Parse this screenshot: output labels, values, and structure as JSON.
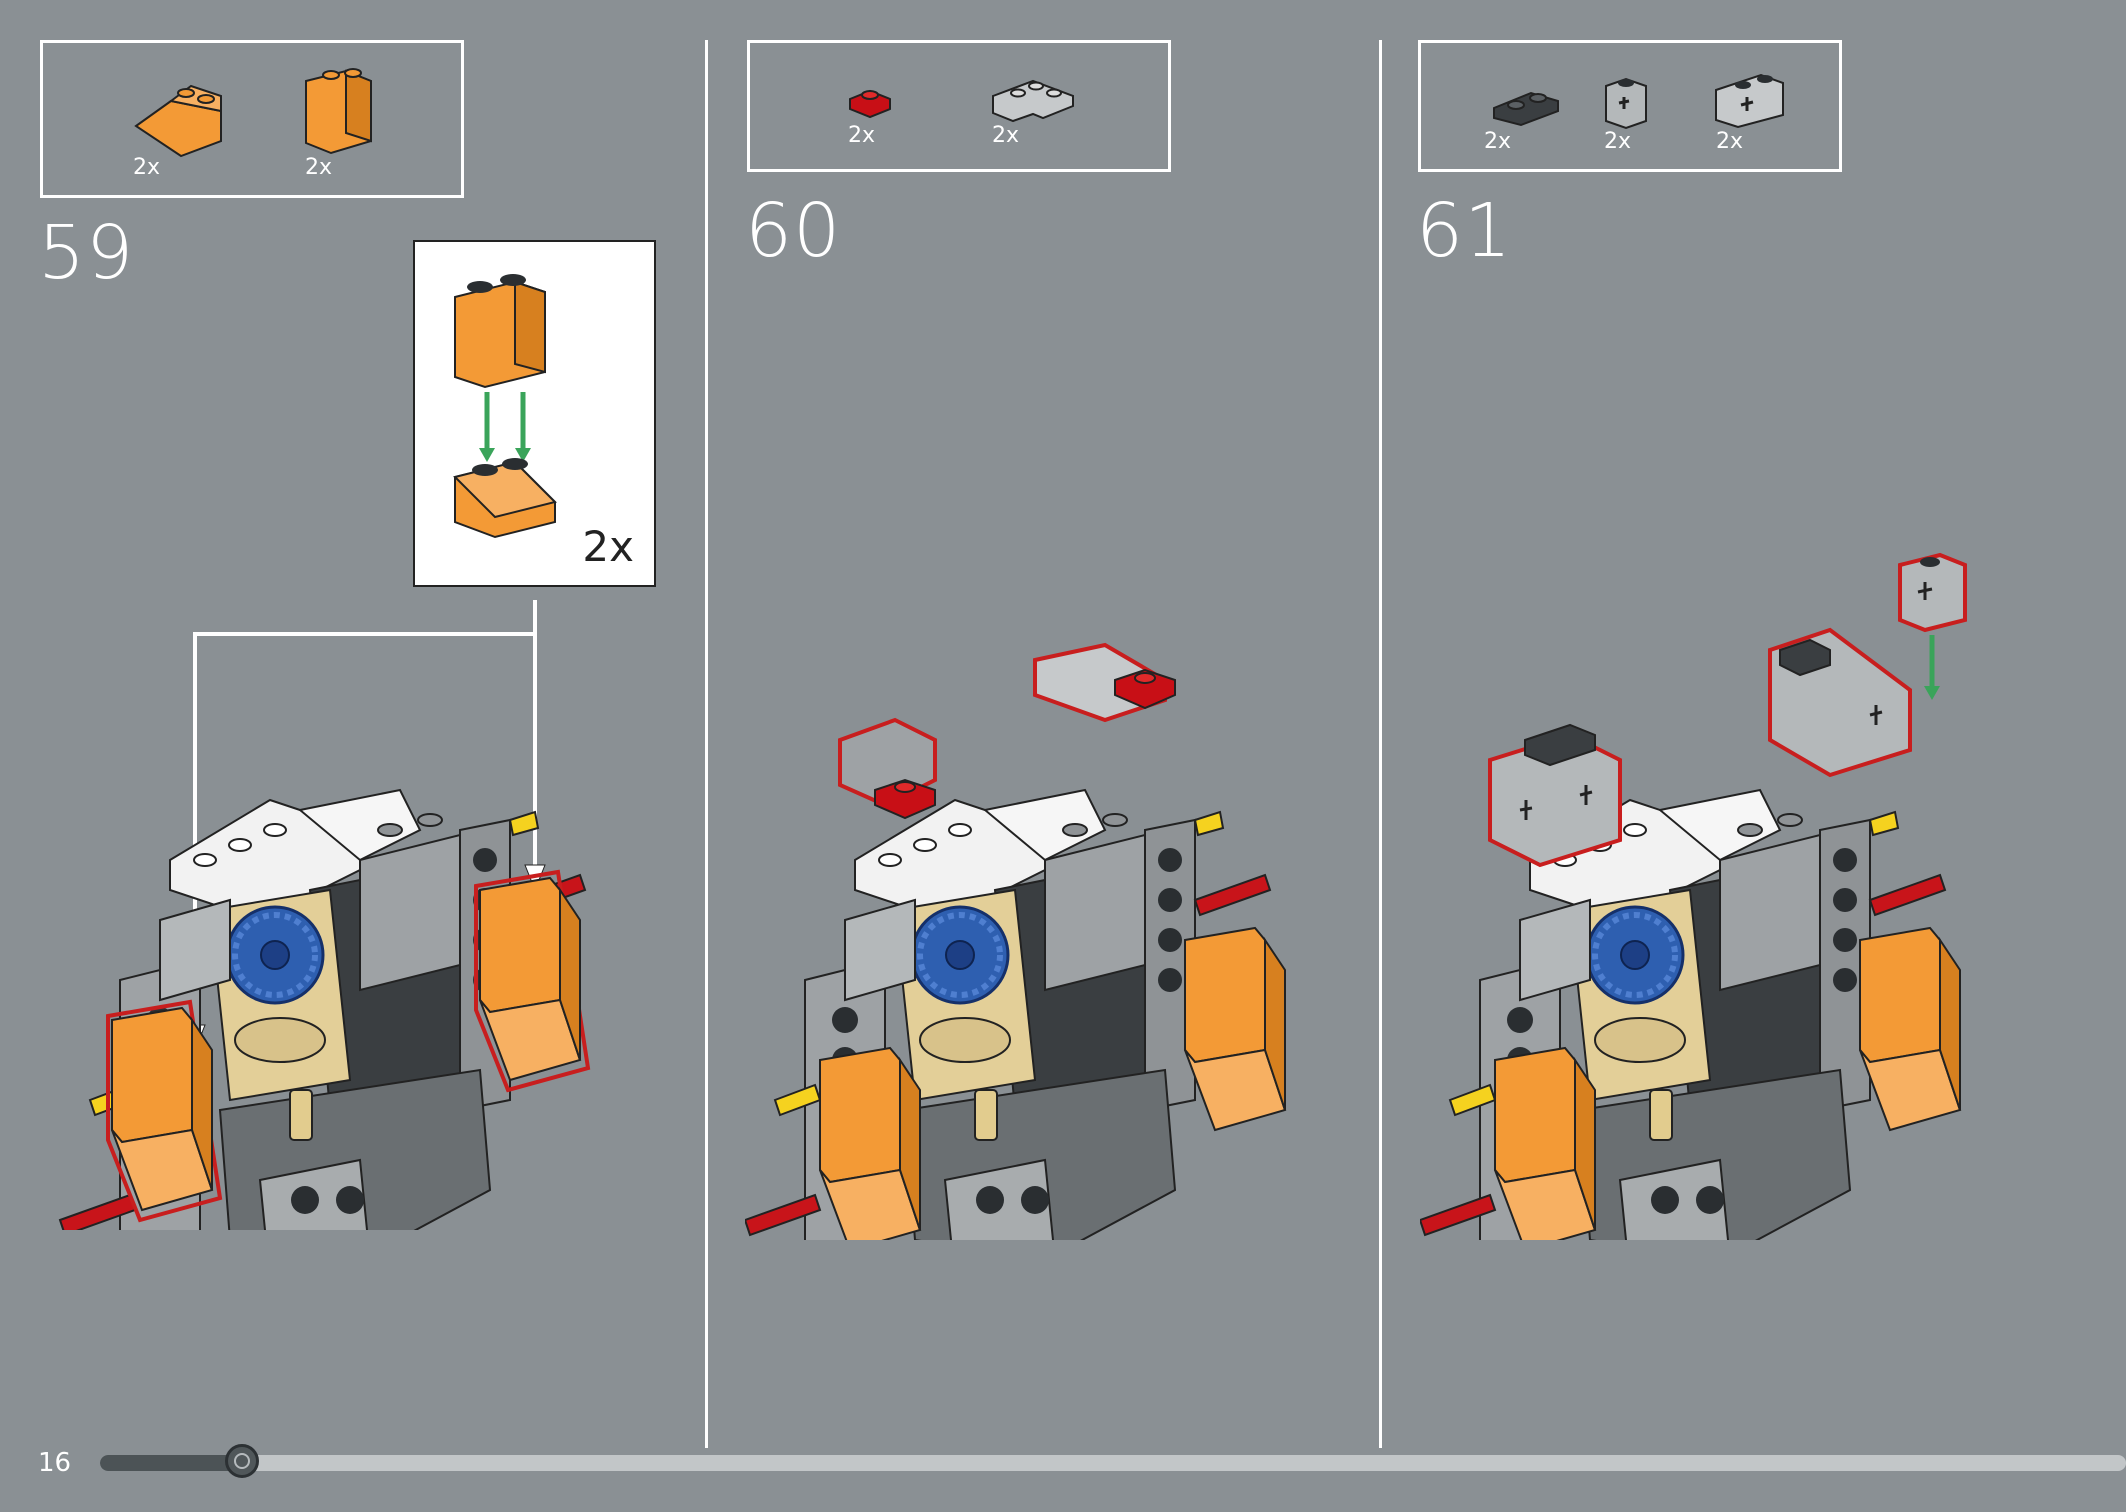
{
  "page": {
    "number": "16",
    "progress_fraction": 0.07
  },
  "colors": {
    "background": "#8a9094",
    "orange": "#f39a36",
    "red": "#c80f16",
    "light_gray": "#a0a4a6",
    "dark_gray": "#5b6064",
    "white": "#f2f2f2",
    "blue": "#2e5fb0",
    "tan": "#e0cc96",
    "yellow": "#f5d21f",
    "highlight": "#c81e1e",
    "arrow_green": "#3aa45a"
  },
  "steps": [
    {
      "number": "59",
      "parts": [
        {
          "icon": "orange-slope-2x2-icon",
          "qty": "2x"
        },
        {
          "icon": "orange-brick-1x2x2-icon",
          "qty": "2x"
        }
      ],
      "callout": {
        "qty": "2x"
      }
    },
    {
      "number": "60",
      "parts": [
        {
          "icon": "red-plate-1x1-icon",
          "qty": "2x"
        },
        {
          "icon": "gray-corner-plate-icon",
          "qty": "2x"
        }
      ]
    },
    {
      "number": "61",
      "parts": [
        {
          "icon": "dark-gray-plate-1x2-rounded-icon",
          "qty": "2x"
        },
        {
          "icon": "gray-technic-brick-1x1-icon",
          "qty": "2x"
        },
        {
          "icon": "gray-technic-brick-1x2-icon",
          "qty": "2x"
        }
      ]
    }
  ]
}
